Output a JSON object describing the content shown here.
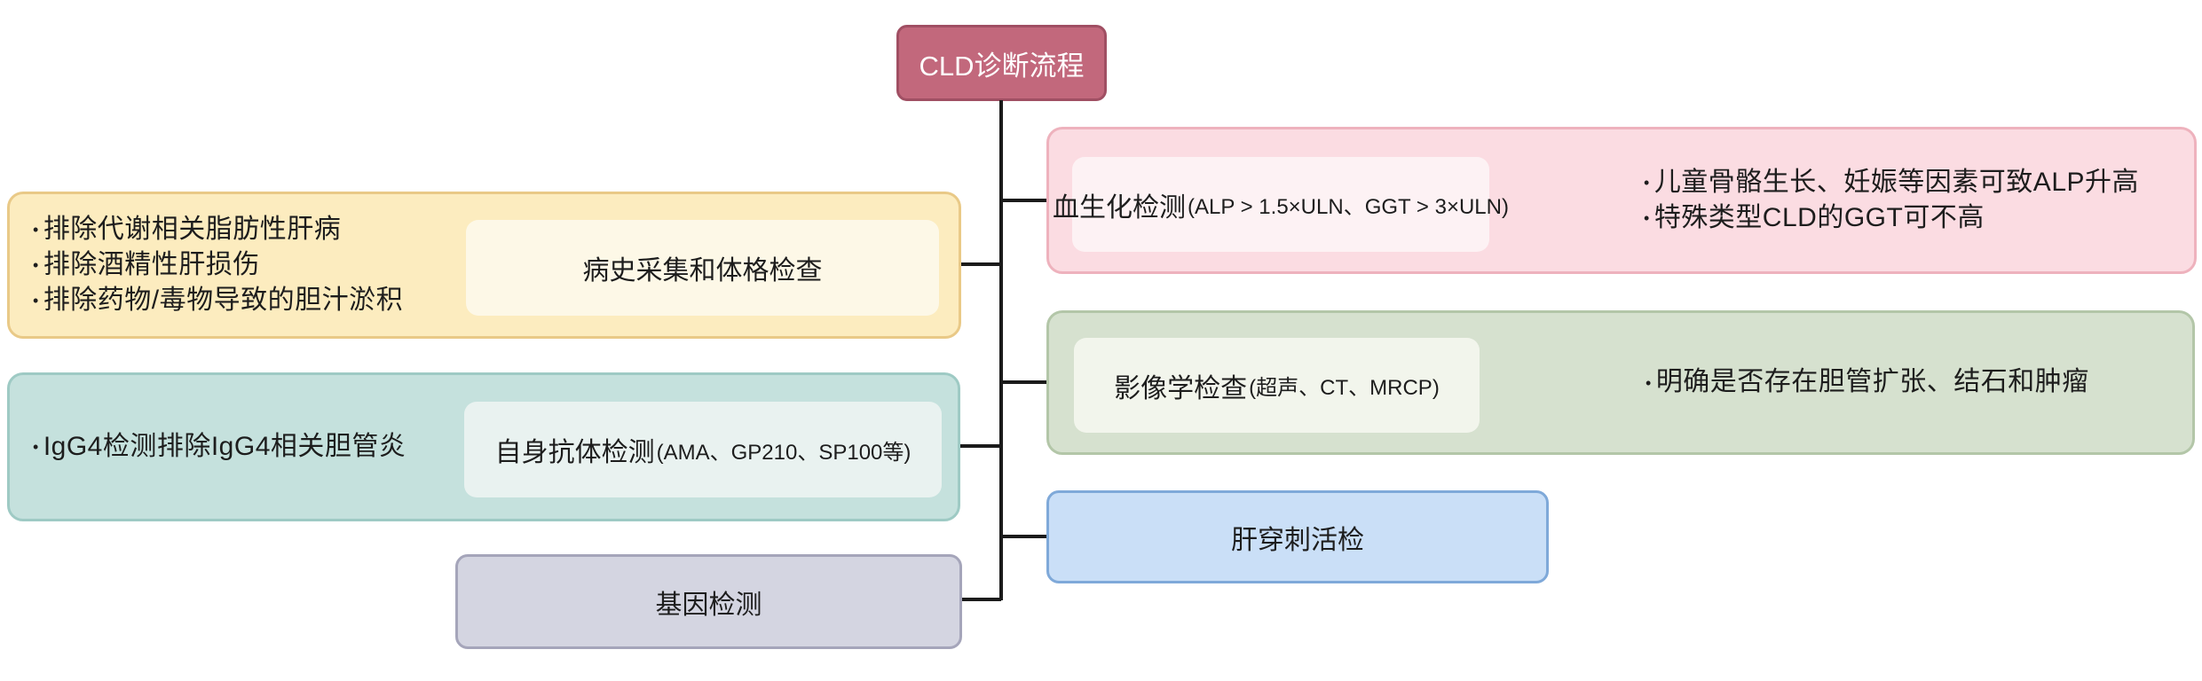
{
  "root": {
    "label": "CLD诊断流程"
  },
  "left_branches": [
    {
      "id": "history-and-exam",
      "bullets": [
        "排除代谢相关脂肪性肝病",
        "排除酒精性肝损伤",
        "排除药物/毒物导致的胆汁淤积"
      ],
      "box": {
        "main": "病史采集和体格检查",
        "detail": ""
      }
    },
    {
      "id": "autoantibody-test",
      "bullets": [
        "IgG4检测排除IgG4相关胆管炎"
      ],
      "box": {
        "main": "自身抗体检测",
        "detail": "(AMA、GP210、SP100等)"
      }
    },
    {
      "id": "gene-test",
      "bullets": [],
      "box": {
        "main": "基因检测",
        "detail": ""
      }
    }
  ],
  "right_branches": [
    {
      "id": "blood-biochemistry",
      "box": {
        "main": "血生化检测",
        "detail": "(ALP > 1.5×ULN、GGT > 3×ULN)"
      },
      "bullets": [
        "儿童骨骼生长、妊娠等因素可致ALP升高",
        "特殊类型CLD的GGT可不高"
      ]
    },
    {
      "id": "imaging",
      "box": {
        "main": "影像学检查",
        "detail": "(超声、CT、MRCP)"
      },
      "bullets": [
        "明确是否存在胆管扩张、结石和肿瘤"
      ]
    },
    {
      "id": "liver-biopsy",
      "box": {
        "main": "肝穿刺活检",
        "detail": ""
      },
      "bullets": []
    }
  ],
  "palette": {
    "root_fill": "#c2687c",
    "root_border": "#a04f63",
    "root_text": "#ffffff",
    "yellow_fill": "#fcecbf",
    "yellow_border": "#e9c987",
    "yellow_inner": "#fdf8e7",
    "teal_fill": "#c5e1dd",
    "teal_border": "#9ecac4",
    "teal_inner": "#e9f2f0",
    "gray_fill": "#d4d5e1",
    "gray_border": "#a5a5ba",
    "pink_fill": "#fbdce2",
    "pink_border": "#eeb2bd",
    "pink_inner": "#fdf2f4",
    "green_fill": "#d6e1cf",
    "green_border": "#b3c6a8",
    "green_inner": "#f2f5ec",
    "blue_fill": "#cadff7",
    "blue_border": "#7fa9d9",
    "connector": "#1b1b1b",
    "text": "#1d1d1d"
  }
}
